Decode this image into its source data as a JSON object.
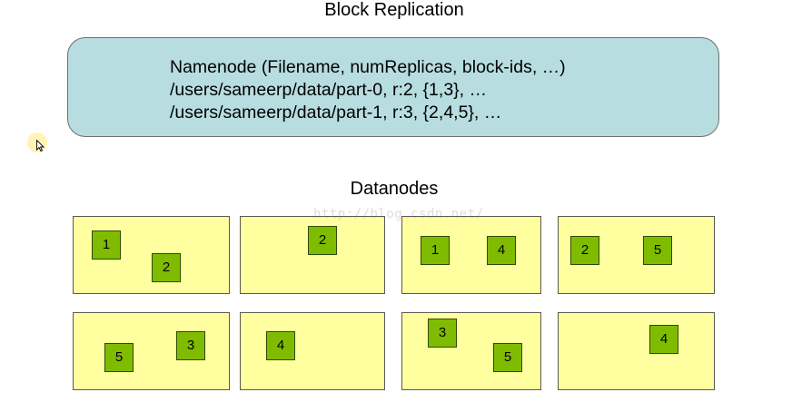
{
  "diagram": {
    "title": "Block Replication",
    "namenode": {
      "lines": [
        "Namenode (Filename, numReplicas, block-ids, …)",
        "/users/sameerp/data/part-0, r:2, {1,3}, …",
        "/users/sameerp/data/part-1, r:3, {2,4,5}, …"
      ],
      "fill_color": "#b7dde0"
    },
    "datanodes_title": "Datanodes",
    "datanode_color": "#ffff9f",
    "block_color": "#7fbc00",
    "datanodes": [
      {
        "blocks": [
          "1",
          "2"
        ]
      },
      {
        "blocks": [
          "2"
        ]
      },
      {
        "blocks": [
          "1",
          "4"
        ]
      },
      {
        "blocks": [
          "2",
          "5"
        ]
      },
      {
        "blocks": [
          "5",
          "3"
        ]
      },
      {
        "blocks": [
          "4"
        ]
      },
      {
        "blocks": [
          "3",
          "5"
        ]
      },
      {
        "blocks": [
          "4"
        ]
      }
    ]
  },
  "watermark": "http://blog.csdn.net/",
  "cursor": {
    "icon": "mouse-cursor-icon"
  }
}
